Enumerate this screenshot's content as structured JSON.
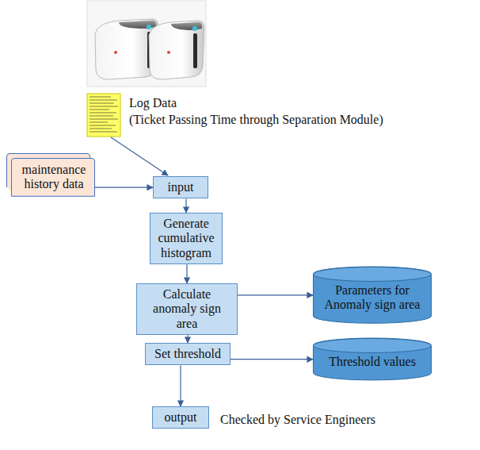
{
  "diagram": {
    "nodes": [
      {
        "text": [
          "maintenance history data"
        ]
      },
      {
        "text": [
          "input"
        ]
      },
      {
        "text": [
          "Generate cumulative histogram"
        ]
      },
      {
        "text": [
          "Calculate anomaly sign area"
        ]
      },
      {
        "text": [
          "Parameters for Anomaly sign area"
        ]
      },
      {
        "text": [
          "Set threshold"
        ]
      },
      {
        "text": [
          "Threshold values"
        ]
      },
      {
        "text": [
          "output"
        ]
      }
    ],
    "edges": [
      {
        "from": 0,
        "to": 1,
        "arrow": "to"
      },
      {
        "from": 1,
        "to": 2,
        "arrow": "to"
      },
      {
        "from": 2,
        "to": 3,
        "arrow": "to"
      },
      {
        "from": 3,
        "to": 4,
        "arrow": "to"
      },
      {
        "from": 3,
        "to": 5,
        "arrow": "to"
      },
      {
        "from": 5,
        "to": 6,
        "arrow": "to"
      },
      {
        "from": 5,
        "to": 7,
        "arrow": "to"
      }
    ],
    "labels": [
      "Log Data",
      "(Ticket Passing Time through Separation Module)",
      "Checked by Service Engineers"
    ]
  }
}
